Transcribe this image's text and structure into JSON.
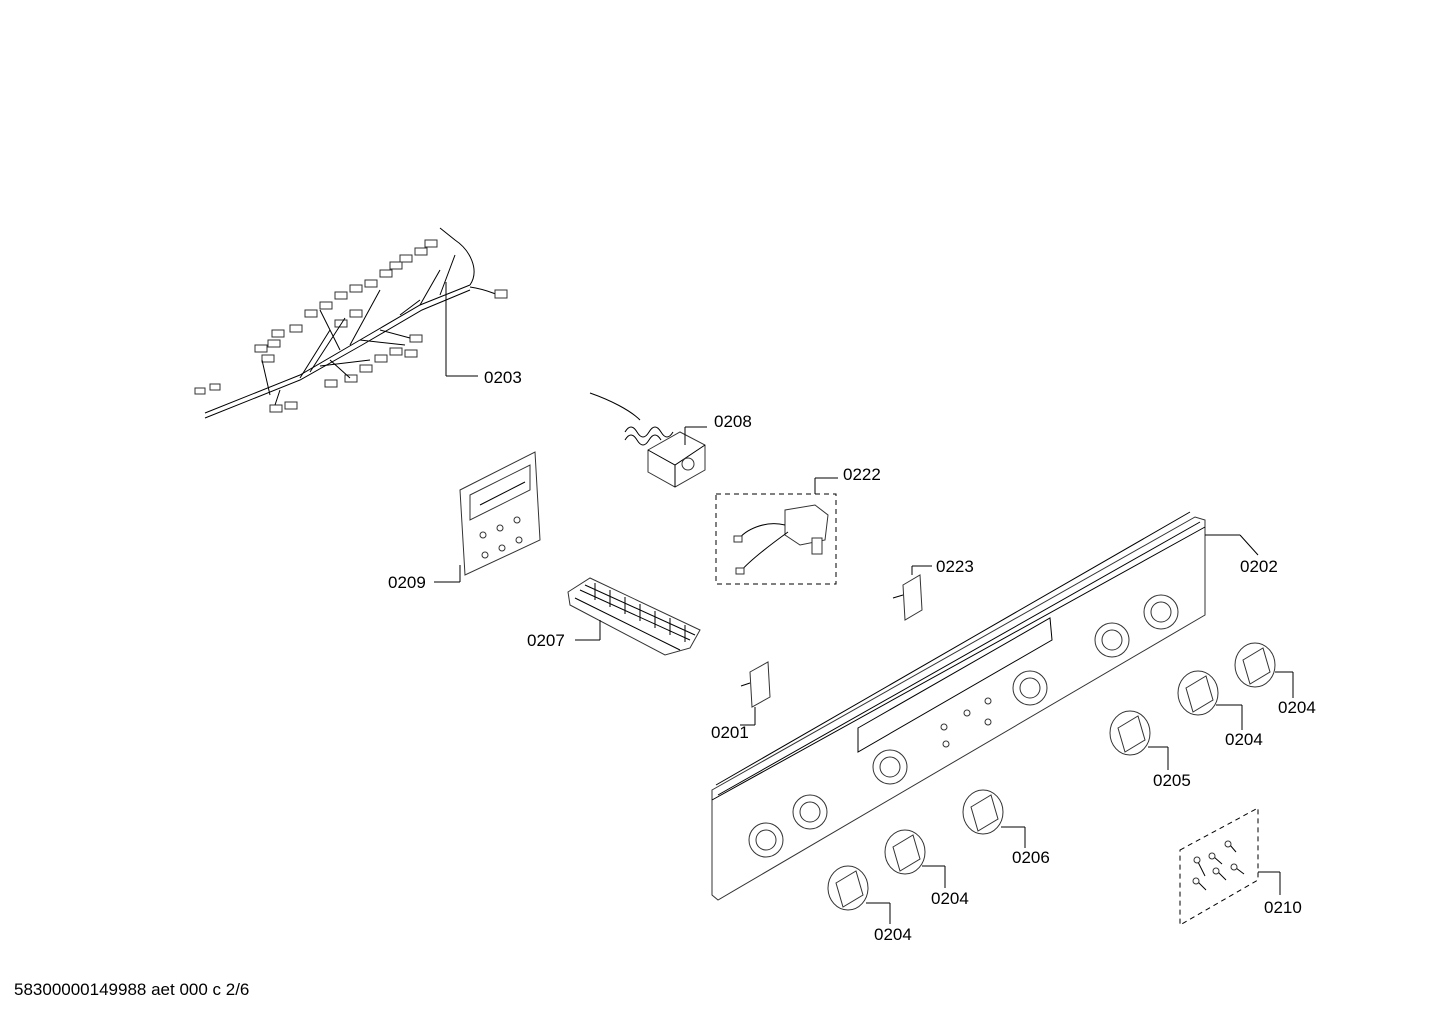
{
  "labels": {
    "harness": "0203",
    "thermostat": "0208",
    "switch_assembly": "0222",
    "control_module": "0209",
    "cover_small_right": "0223",
    "control_panel": "0202",
    "terminal_block": "0207",
    "cover_small_left": "0201",
    "knob_top_right": "0204",
    "knob_upper_mid": "0204",
    "knob_center": "0205",
    "knob_lower_center": "0206",
    "knob_lower_left_a": "0204",
    "knob_lower_left_b": "0204",
    "screws": "0210"
  },
  "footer": "58300000149988 aet 000 c 2/6"
}
